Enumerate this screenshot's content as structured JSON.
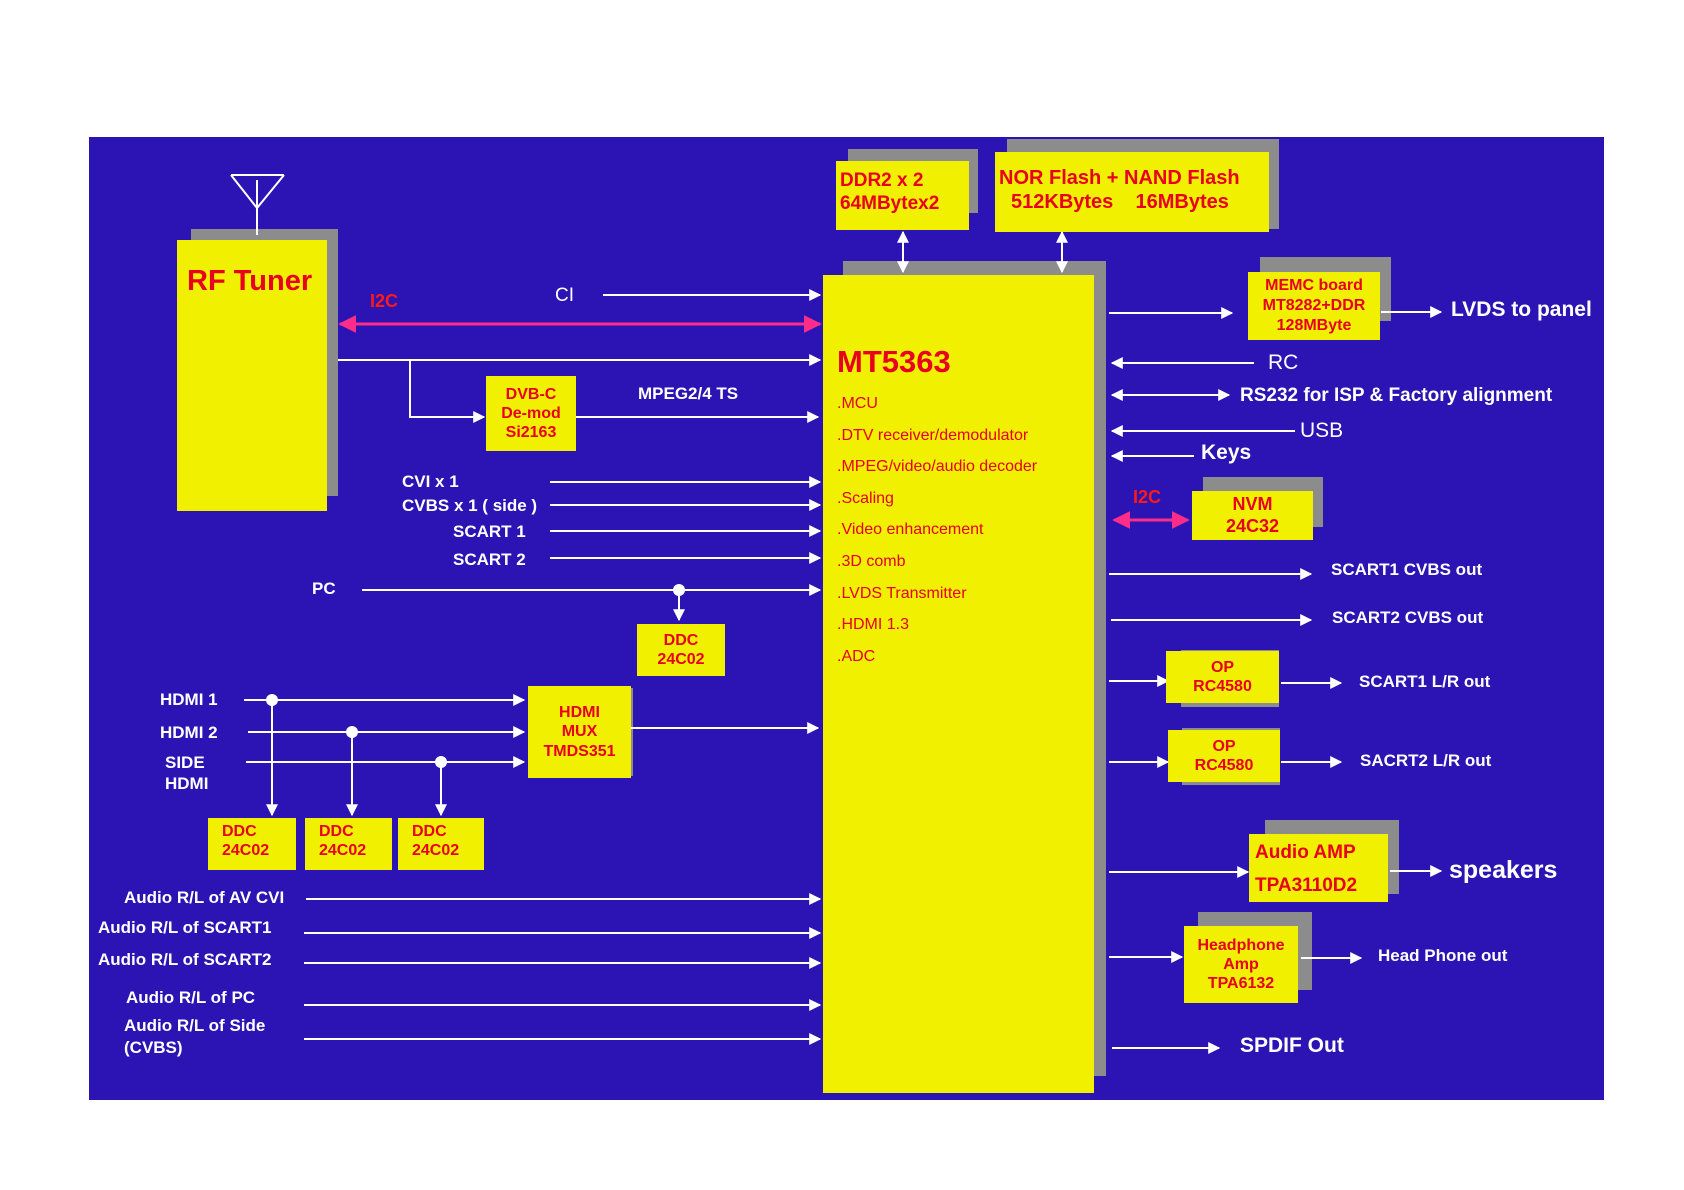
{
  "rf_tuner": {
    "label": "RF Tuner"
  },
  "soc": {
    "name": "MT5363",
    "features": [
      ".MCU",
      ".DTV receiver/demodulator",
      ".MPEG/video/audio decoder",
      ".Scaling",
      ".Video enhancement",
      ".3D comb",
      ".LVDS Transmitter",
      ".HDMI 1.3",
      ".ADC"
    ]
  },
  "memory": {
    "ddr": [
      "DDR2 x 2",
      "64MBytex2"
    ],
    "flash": [
      "NOR Flash + NAND Flash",
      "512KBytes    16MBytes"
    ]
  },
  "dvbc": [
    "DVB-C",
    "De-mod",
    "Si2163"
  ],
  "memc": [
    "MEMC board",
    "MT8282+DDR",
    "128MByte"
  ],
  "nvm": [
    "NVM",
    "24C32"
  ],
  "ddc_pc": [
    "DDC",
    "24C02"
  ],
  "hdmi_mux": [
    "HDMI",
    "MUX",
    "TMDS351"
  ],
  "ddc_hdmi": [
    [
      "DDC",
      "24C02"
    ],
    [
      "DDC",
      "24C02"
    ],
    [
      "DDC",
      "24C02"
    ]
  ],
  "op1": [
    "OP",
    "RC4580"
  ],
  "op2": [
    "OP",
    "RC4580"
  ],
  "audio_amp": [
    "Audio AMP",
    "TPA3110D2"
  ],
  "headphone_amp": [
    "Headphone",
    "Amp",
    "TPA6132"
  ],
  "bus_labels": {
    "i2c_left": "I2C",
    "i2c_right": "I2C",
    "ci": "CI",
    "mpeg_ts": "MPEG2/4 TS"
  },
  "inputs": {
    "cvi": "CVI x 1",
    "cvbs": "CVBS x 1 ( side )",
    "scart1": "SCART 1",
    "scart2": "SCART 2",
    "pc": "PC",
    "hdmi1": "HDMI 1",
    "hdmi2": "HDMI 2",
    "side_hdmi": [
      "SIDE",
      "HDMI"
    ],
    "audio": [
      "Audio R/L of AV CVI",
      "Audio R/L of SCART1",
      "Audio R/L of SCART2",
      "Audio R/L of  PC",
      "Audio R/L of Side",
      "(CVBS)"
    ]
  },
  "outputs": {
    "lvds": "LVDS to panel",
    "rc": "RC",
    "rs232": "RS232  for ISP & Factory alignment",
    "usb": "USB",
    "keys": "Keys",
    "scart1_cvbs": "SCART1 CVBS out",
    "scart2_cvbs": "SCART2 CVBS out",
    "scart1_lr": "SCART1 L/R out",
    "scart2_lr": "SACRT2 L/R out",
    "speakers": "speakers",
    "headphone": "Head Phone out",
    "spdif": "SPDIF Out"
  },
  "colors": {
    "background": "#2b14b3",
    "block": "#f0f000",
    "block_text": "#e8001e",
    "i2c_line": "#ff2d8a",
    "shadow": "#8c8c8c"
  }
}
